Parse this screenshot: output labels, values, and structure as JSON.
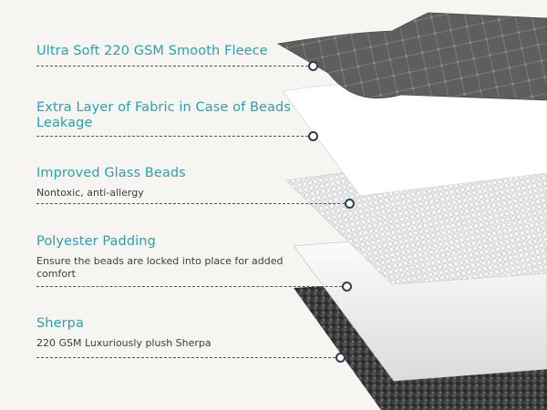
{
  "layers": [
    {
      "title": "Ultra Soft 220 GSM Smooth Fleece",
      "description": ""
    },
    {
      "title": "Extra Layer of Fabric in Case of Beads Leakage",
      "description": ""
    },
    {
      "title": "Improved Glass Beads",
      "description": "Nontoxic, anti-allergy"
    },
    {
      "title": "Polyester Padding",
      "description": "Ensure the beads are locked into place for added comfort"
    },
    {
      "title": "Sherpa",
      "description": "220 GSM Luxuriously plush Sherpa"
    }
  ],
  "colors": {
    "title": "#2aa1ac",
    "text": "#3d3d3d",
    "dot": "#2c3e54",
    "background": "#f7f5f2"
  }
}
